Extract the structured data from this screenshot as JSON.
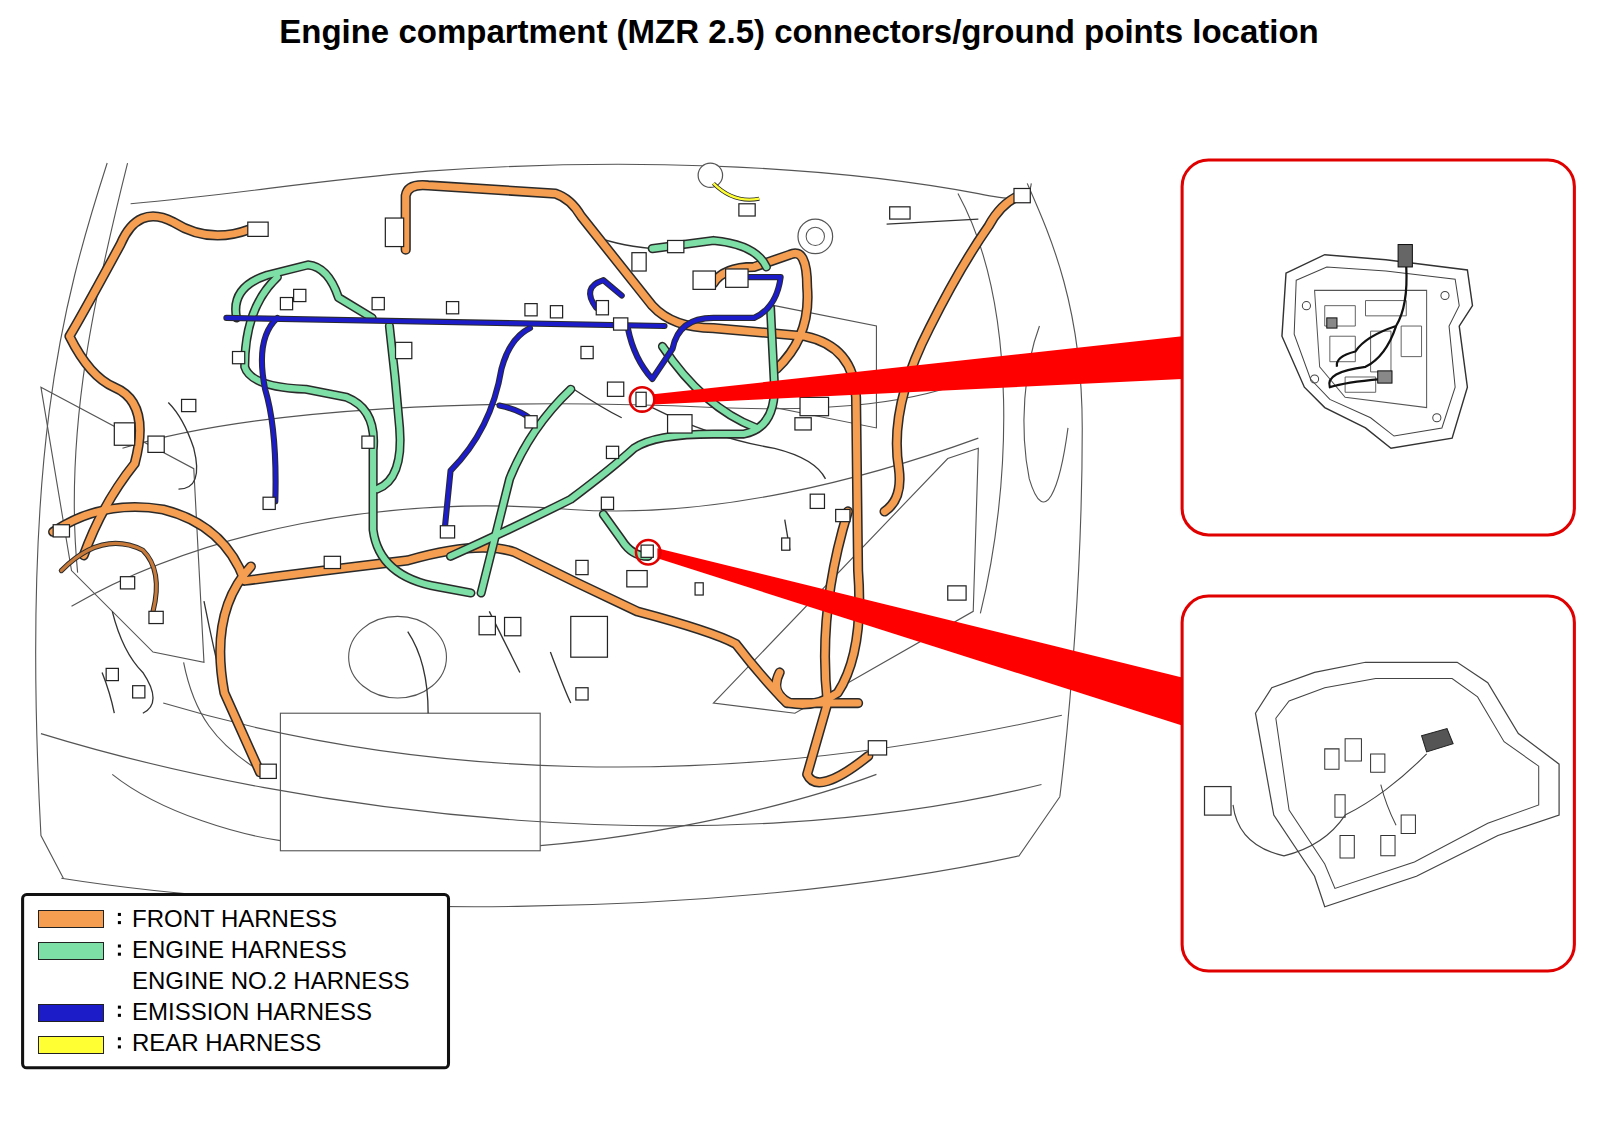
{
  "diagram": {
    "title": "Engine compartment (MZR 2.5) connectors/ground points location",
    "legend": [
      {
        "text": "FRONT HARNESS",
        "color": "#f59e52"
      },
      {
        "text": "ENGINE HARNESS ENGINE NO.2 HARNESS",
        "color": "#7ddfa6"
      },
      {
        "text": "EMISSION HARNESS",
        "color": "#1c1cc8"
      },
      {
        "text": "REAR HARNESS",
        "color": "#ffff33"
      }
    ]
  }
}
